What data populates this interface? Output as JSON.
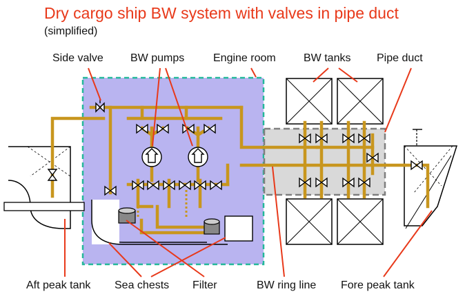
{
  "title": "Dry cargo ship BW system with valves in pipe duct",
  "subtitle": "(simplified)",
  "labels": {
    "side_valve": "Side valve",
    "bw_pumps": "BW pumps",
    "engine_room": "Engine room",
    "bw_tanks": "BW tanks",
    "pipe_duct": "Pipe duct",
    "aft_peak_tank": "Aft peak tank",
    "sea_chests": "Sea chests",
    "filter": "Filter",
    "bw_ring_line": "BW ring line",
    "fore_peak_tank": "Fore peak tank"
  },
  "colors": {
    "title": "#e8391a",
    "pipe": "#c8961e",
    "engine_room_fill": "#b9b4f0",
    "engine_room_border": "#23b89a",
    "pipe_duct_fill": "#d9d9d9",
    "pipe_duct_border": "#7f7f7f",
    "leader_line": "#e8391a"
  }
}
